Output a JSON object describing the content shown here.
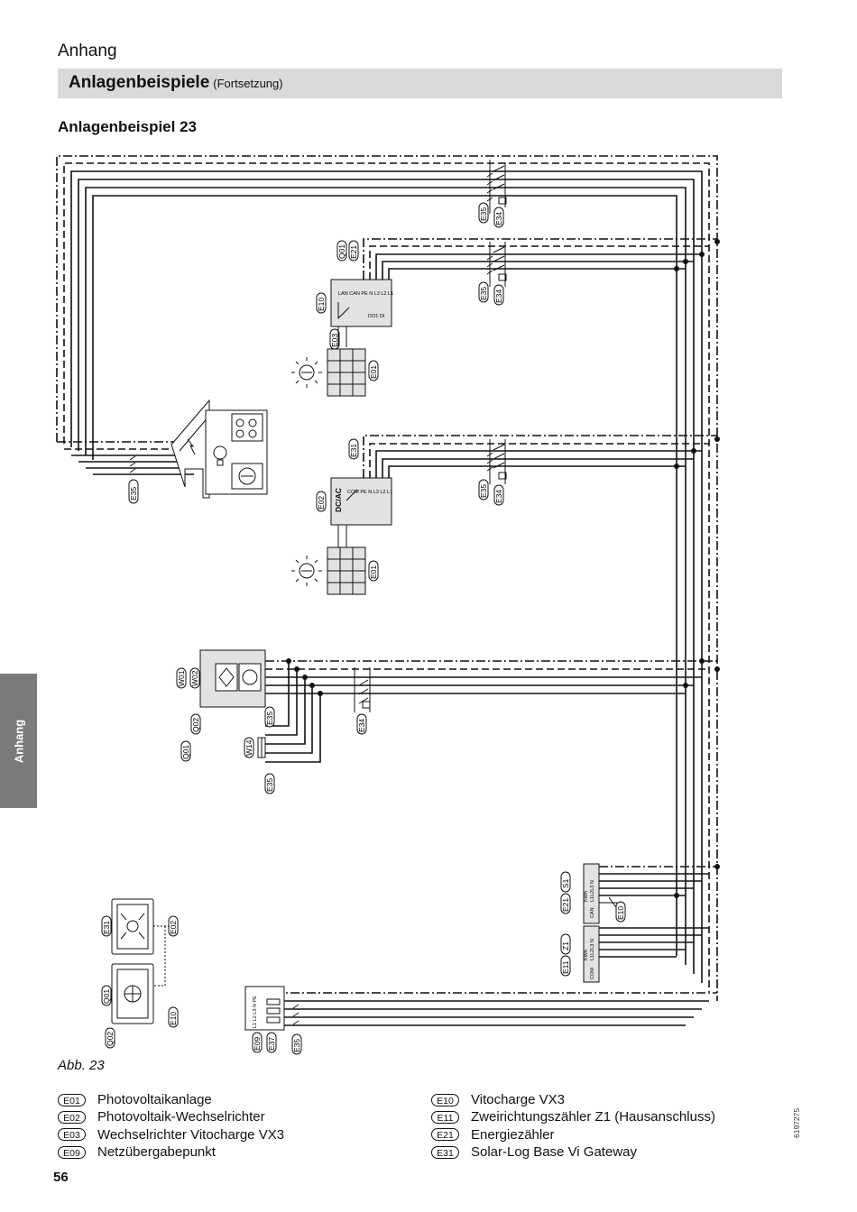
{
  "header": {
    "section": "Anhang",
    "band_title": "Anlagenbeispiele",
    "band_sub": "(Fortsetzung)",
    "subtitle": "Anlagenbeispiel 23"
  },
  "side_tab": "Anhang",
  "figure_caption": "Abb. 23",
  "diagram": {
    "e35": "E35",
    "e34": "E34",
    "q01": "Q01",
    "e21": "E21",
    "e10": "E10",
    "e03": "E03",
    "e01": "E01",
    "e31": "E31",
    "e02": "E02",
    "w01": "W01",
    "w02": "W02",
    "q02": "Q02",
    "w14": "W14",
    "s1": "S1",
    "z1": "Z1",
    "e11": "E11",
    "e09": "E09",
    "e37": "E37",
    "inv1_terms": "LAN CAN PE N L3 L2 L1",
    "inv1_io": "DO1 DI",
    "inv2_terms": "COM PE N L3 L2 L1",
    "inv2_type": "DC/AC",
    "meter_kwh": "KWh",
    "meter_s1_left": "CAN",
    "meter_s1_top": "L1L2L3 N",
    "meter_z1_left": "COM",
    "meter_z1_top": "L1L2L3 N",
    "grid_terms": "L1 L2 L3 N PE"
  },
  "legend_left": [
    {
      "code": "E01",
      "text": "Photovoltaikanlage"
    },
    {
      "code": "E02",
      "text": "Photovoltaik-Wechselrichter"
    },
    {
      "code": "E03",
      "text": "Wechselrichter Vitocharge VX3"
    },
    {
      "code": "E09",
      "text": "Netzübergabepunkt"
    }
  ],
  "legend_right": [
    {
      "code": "E10",
      "text": "Vitocharge VX3"
    },
    {
      "code": "E11",
      "text": "Zweirichtungszähler Z1 (Hausanschluss)"
    },
    {
      "code": "E21",
      "text": "Energiezähler"
    },
    {
      "code": "E31",
      "text": "Solar-Log Base Vi Gateway"
    }
  ],
  "page_number": "56",
  "doc_number": "6197275"
}
